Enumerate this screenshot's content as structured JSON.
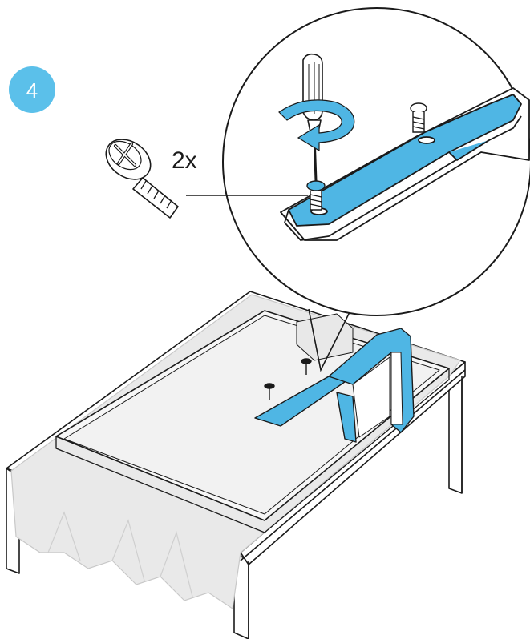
{
  "step": {
    "number": "4"
  },
  "callout": {
    "quantity": "2x"
  },
  "colors": {
    "accent": "#4fb6e4",
    "badge": "#5bc0ea",
    "line": "#1a1a1a",
    "cloth": "#e9e9e9",
    "tv_back": "#f2f2f2",
    "white": "#ffffff"
  },
  "icons": [
    "step-number-badge",
    "screw-icon",
    "screwdriver-icon",
    "rotation-arrow-icon",
    "tv-panel",
    "stand-neck",
    "table",
    "cloth"
  ]
}
